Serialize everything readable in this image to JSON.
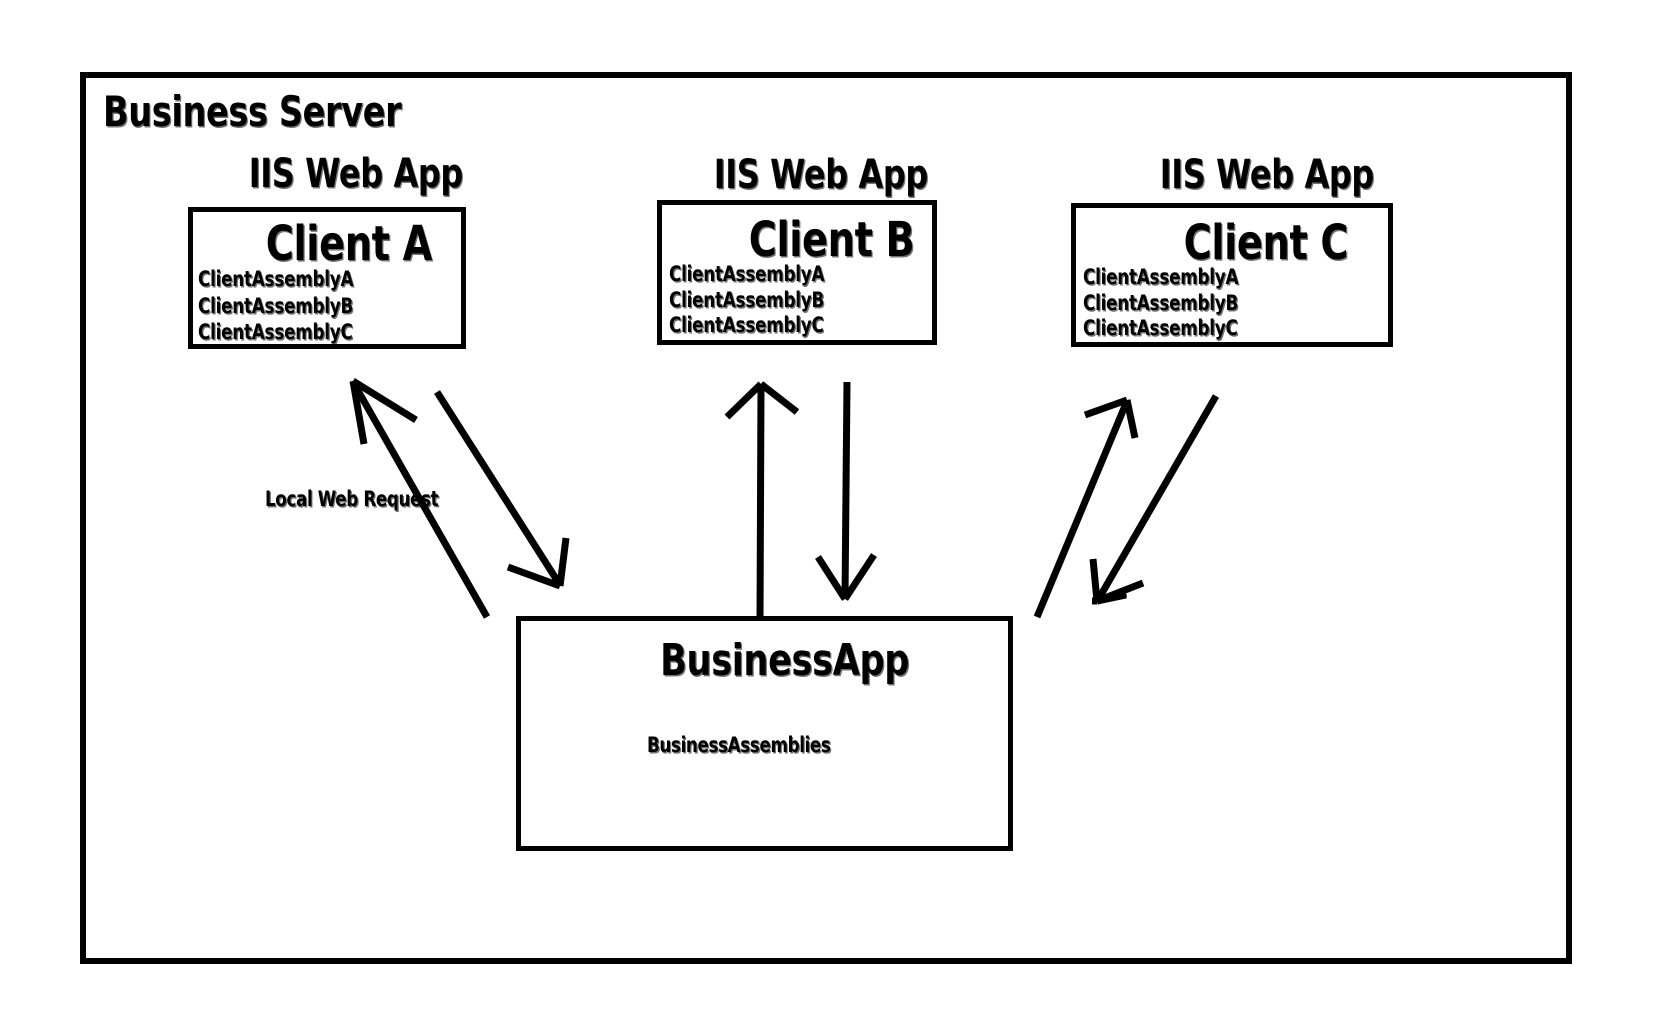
{
  "diagram": {
    "title": "Business Server",
    "background_color": "#ffffff",
    "stroke_color": "#000000"
  },
  "server": {
    "label": "Business Server"
  },
  "web_apps": [
    {
      "tier_label": "IIS Web App",
      "client_label": "Client A",
      "assemblies": [
        "ClientAssemblyA",
        "ClientAssemblyB",
        "ClientAssemblyC"
      ]
    },
    {
      "tier_label": "IIS Web App",
      "client_label": "Client B",
      "assemblies": [
        "ClientAssemblyA",
        "ClientAssemblyB",
        "ClientAssemblyC"
      ]
    },
    {
      "tier_label": "IIS Web App",
      "client_label": "Client C",
      "assemblies": [
        "ClientAssemblyA",
        "ClientAssemblyB",
        "ClientAssemblyC"
      ]
    }
  ],
  "business_app": {
    "label": "BusinessApp",
    "assemblies_label": "BusinessAssemblies"
  },
  "edges": [
    {
      "label": "Local Web Request",
      "from": "BusinessApp",
      "to": "Client A",
      "direction": "up-left"
    },
    {
      "label": "",
      "from": "Client A",
      "to": "BusinessApp",
      "direction": "down-right"
    },
    {
      "label": "",
      "from": "BusinessApp",
      "to": "Client B",
      "direction": "up"
    },
    {
      "label": "",
      "from": "Client B",
      "to": "BusinessApp",
      "direction": "down"
    },
    {
      "label": "",
      "from": "BusinessApp",
      "to": "Client C",
      "direction": "up-right"
    },
    {
      "label": "",
      "from": "Client C",
      "to": "BusinessApp",
      "direction": "down-left"
    }
  ]
}
